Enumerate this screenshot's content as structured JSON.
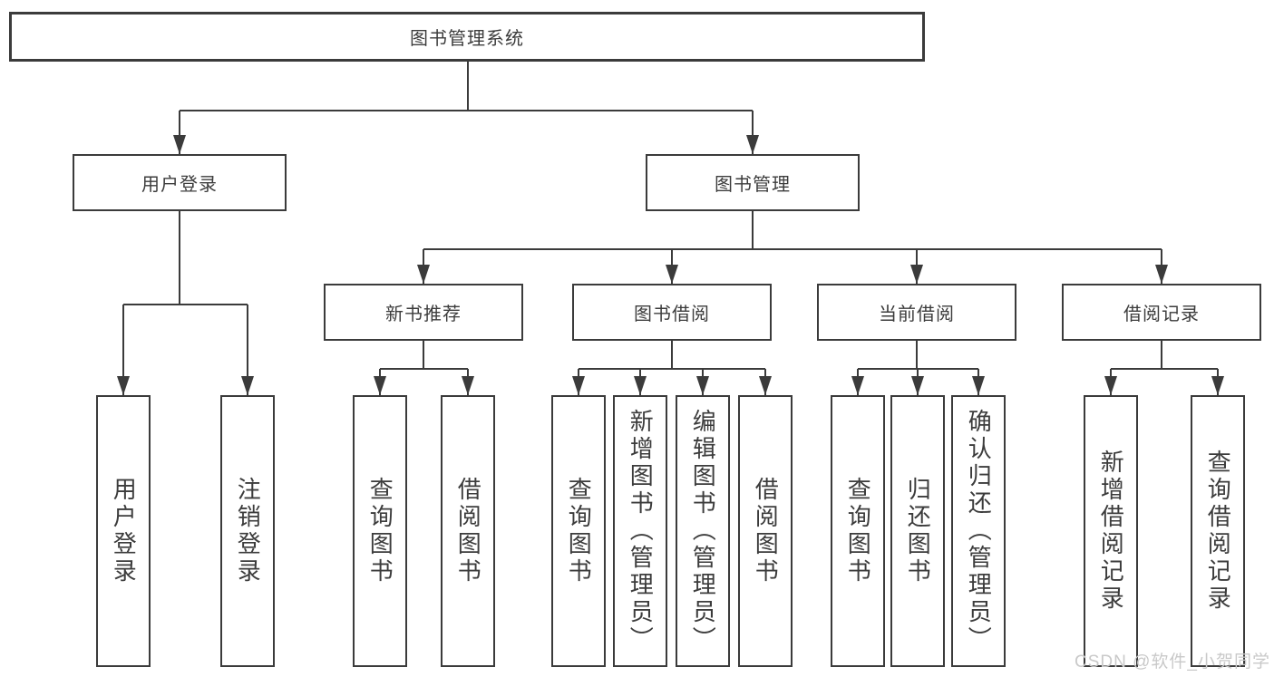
{
  "diagram": {
    "root": {
      "label": "图书管理系统"
    },
    "level2": [
      {
        "label": "用户登录"
      },
      {
        "label": "图书管理"
      }
    ],
    "level3": [
      {
        "label": "新书推荐"
      },
      {
        "label": "图书借阅"
      },
      {
        "label": "当前借阅"
      },
      {
        "label": "借阅记录"
      }
    ],
    "leaves": {
      "user_login": [
        {
          "label": "用户登录"
        },
        {
          "label": "注销登录"
        }
      ],
      "new_book_recommend": [
        {
          "label": "查询图书"
        },
        {
          "label": "借阅图书"
        }
      ],
      "book_borrowing": [
        {
          "label": "查询图书"
        },
        {
          "label": "新增图书（管理员）"
        },
        {
          "label": "编辑图书（管理员）"
        },
        {
          "label": "借阅图书"
        }
      ],
      "current_borrowing": [
        {
          "label": "查询图书"
        },
        {
          "label": "归还图书"
        },
        {
          "label": "确认归还（管理员）"
        }
      ],
      "borrow_records": [
        {
          "label": "新增借阅记录"
        },
        {
          "label": "查询借阅记录"
        }
      ]
    }
  },
  "watermark": {
    "text": "CSDN @软件_小贺同学"
  },
  "colors": {
    "line": "#3b3b3b",
    "text": "#3c3c3c",
    "watermark": "#c9c9c9",
    "background": "#ffffff"
  }
}
